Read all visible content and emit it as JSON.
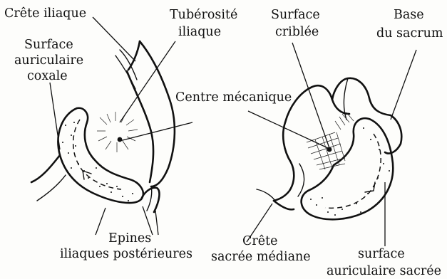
{
  "labels": {
    "crete_iliaque": "Crête iliaque",
    "tuberosite_1": "Tubérosité",
    "tuberosite_2": "iliaque",
    "surface_cribl_1": "Surface",
    "surface_cribl_2": "criblée",
    "base_1": "Base",
    "base_2": "du sacrum",
    "auric_coxale_1": "Surface",
    "auric_coxale_2": "auriculaire",
    "auric_coxale_3": "coxale",
    "centre": "Centre mécanique",
    "epines_1": "Epines",
    "epines_2": "iliaques postérieures",
    "crete_sacree_1": "Crête",
    "crete_sacree_2": "sacrée médiane",
    "auric_sacree_1": "surface",
    "auric_sacree_2": "auriculaire sacrée"
  }
}
